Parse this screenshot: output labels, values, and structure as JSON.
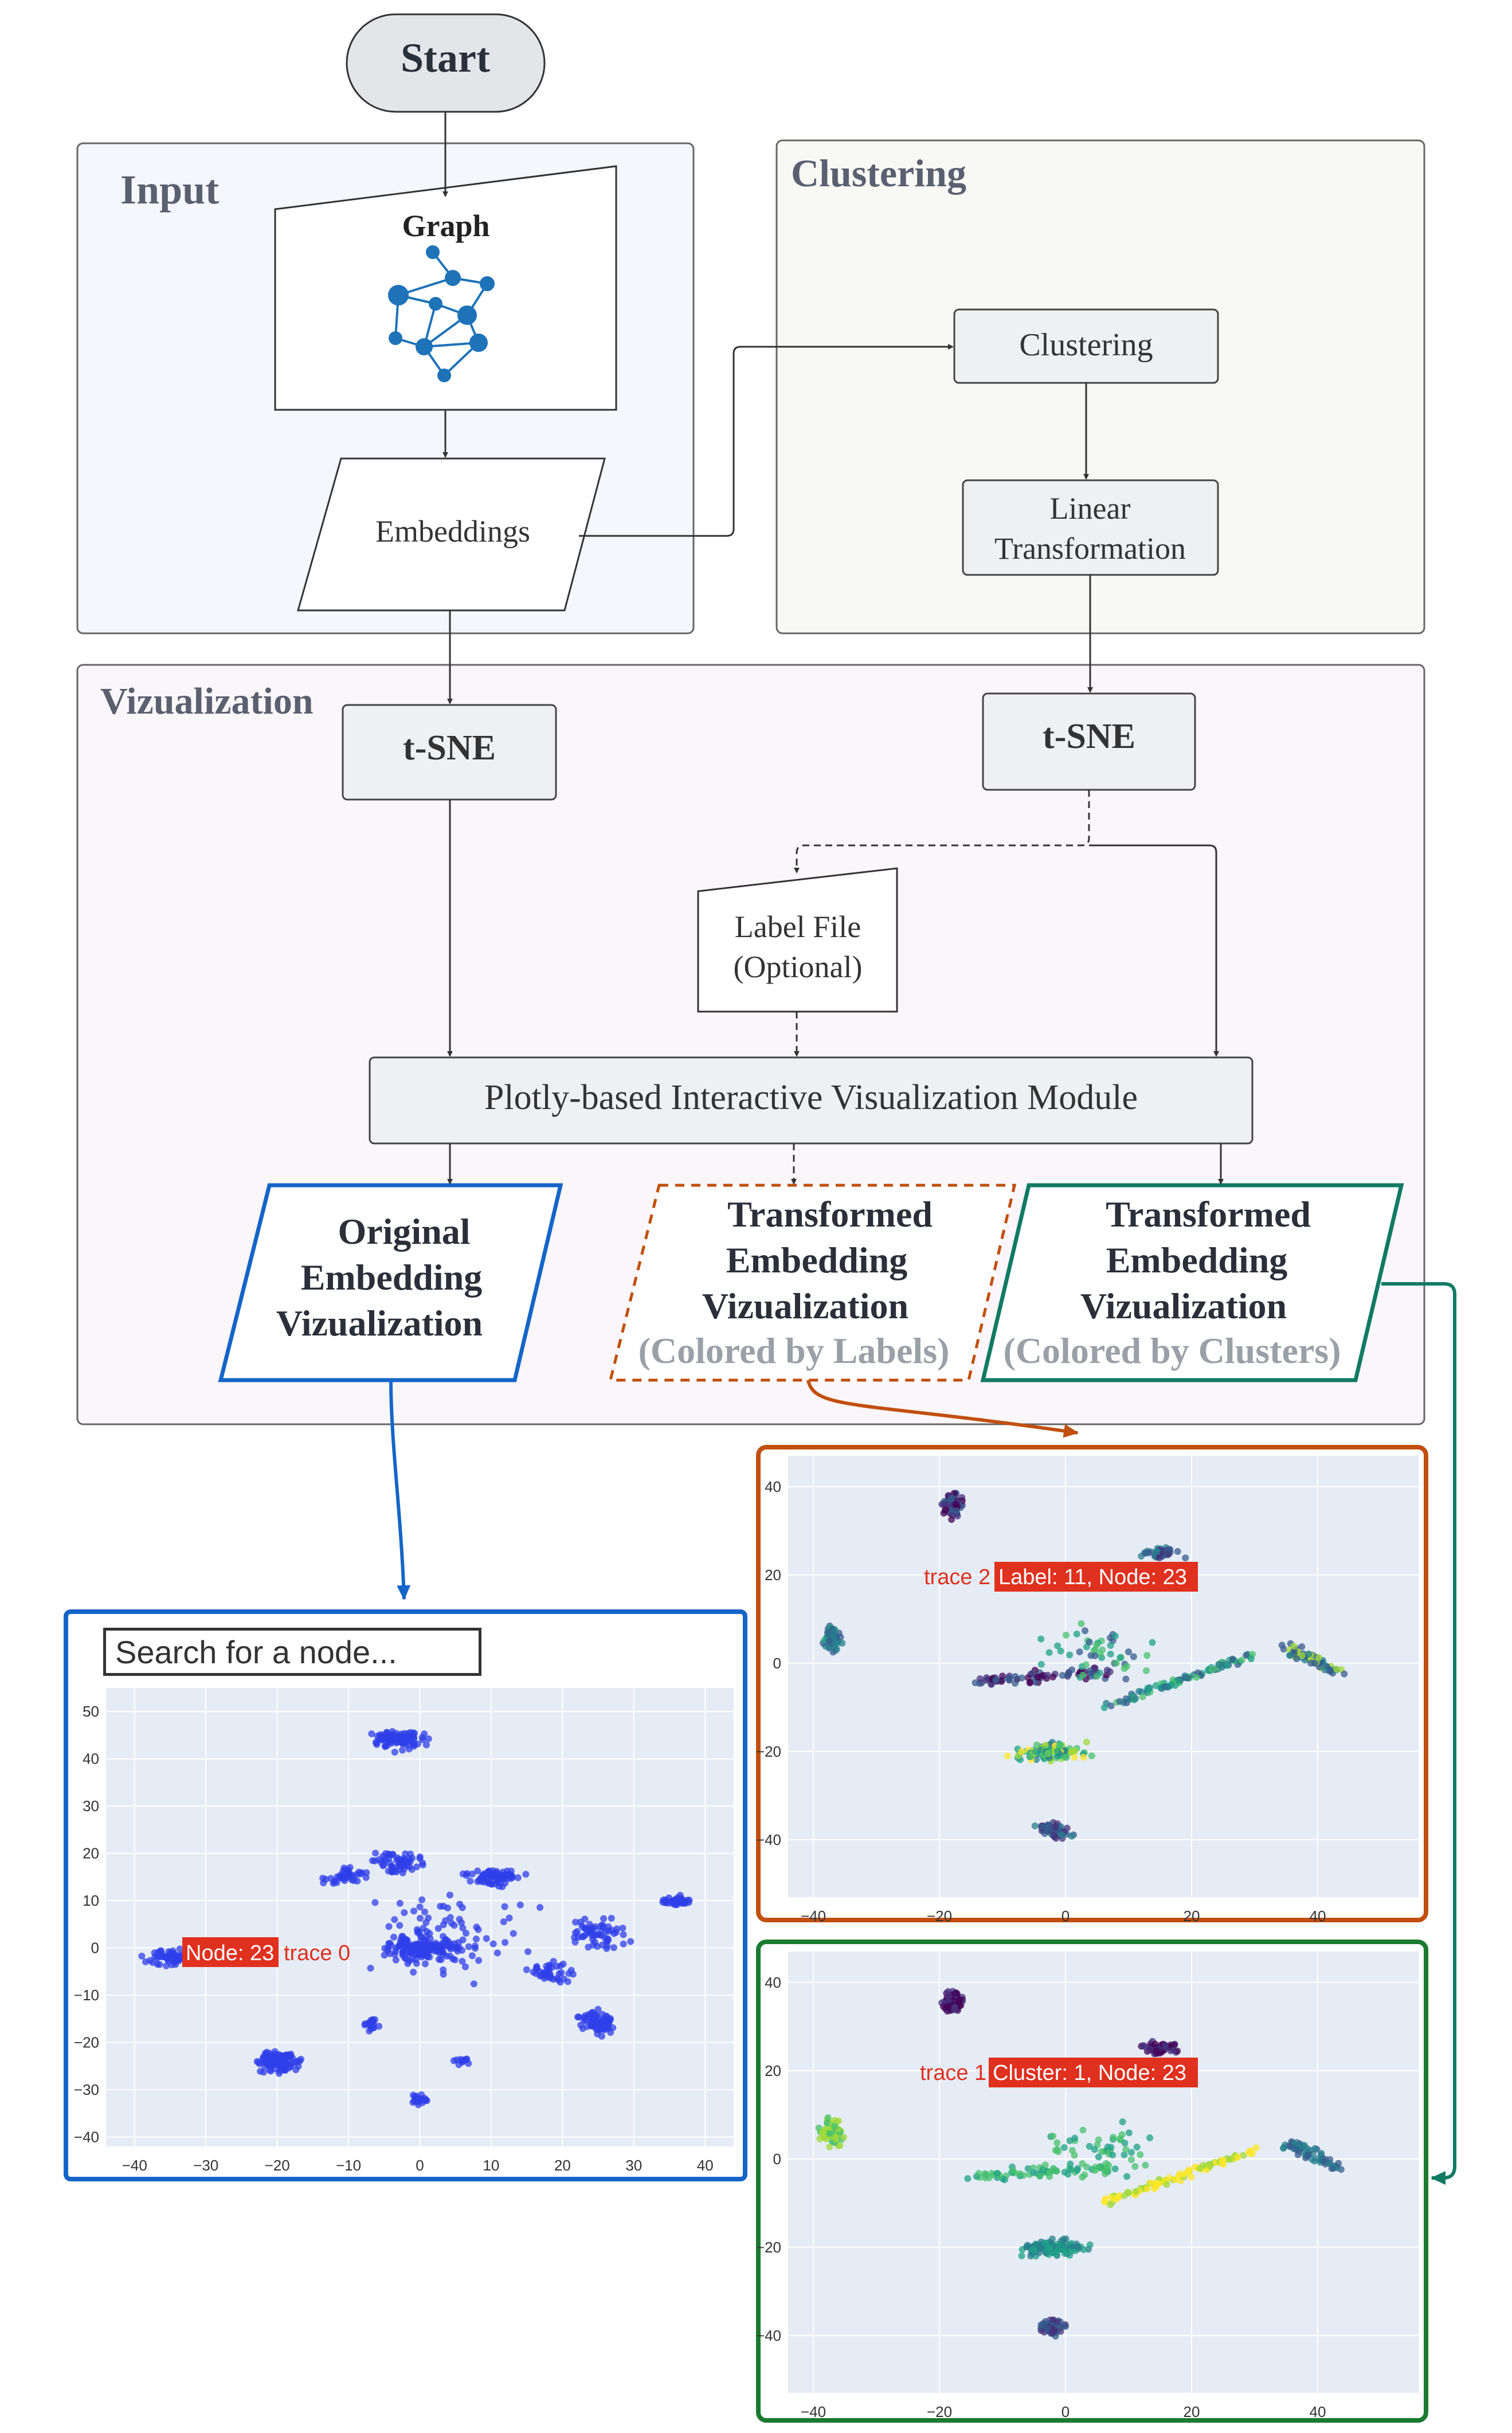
{
  "start": {
    "label": "Start"
  },
  "input_panel": {
    "title": "Input",
    "graph_node": {
      "label": "Graph",
      "icon": "network-graph-icon"
    },
    "embeddings_node": {
      "label": "Embeddings"
    }
  },
  "clustering_panel": {
    "title": "Clustering",
    "clustering_node": {
      "label": "Clustering"
    },
    "linear_node": {
      "line1": "Linear",
      "line2": "Transformation"
    }
  },
  "viz_panel": {
    "title": "Vizualization",
    "tsne_left": {
      "label": "t-SNE"
    },
    "tsne_right": {
      "label": "t-SNE"
    },
    "label_file": {
      "line1": "Label File",
      "line2": "(Optional)"
    },
    "plotly_module": {
      "label": "Plotly-based Interactive Visualization Module"
    },
    "original_output": {
      "line1": "Original",
      "line2": "Embedding",
      "line3": "Vizualization"
    },
    "labels_output": {
      "line1": "Transformed",
      "line2": "Embedding",
      "line3": "Vizualization",
      "line4": "(Colored by Labels)"
    },
    "clusters_output": {
      "line1": "Transformed",
      "line2": "Embedding",
      "line3": "Vizualization",
      "line4": "(Colored by Clusters)"
    }
  },
  "plot_original": {
    "search_placeholder": "Search for a node...",
    "tooltip_label": "Node: 23",
    "tooltip_trace": "trace 0",
    "x_ticks": [
      "−40",
      "−30",
      "−20",
      "−10",
      "0",
      "10",
      "20",
      "30",
      "40"
    ],
    "y_ticks": [
      "50",
      "40",
      "30",
      "20",
      "10",
      "0",
      "−10",
      "−20",
      "−30",
      "−40"
    ],
    "point_color": "#2f3fe8"
  },
  "plot_labels": {
    "tooltip_label": "Label: 11, Node: 23",
    "tooltip_trace": "trace 2",
    "x_ticks": [
      "−40",
      "−20",
      "0",
      "20",
      "40"
    ],
    "y_ticks": [
      "40",
      "20",
      "0",
      "−20",
      "−40"
    ],
    "frame_color": "#c14f0f"
  },
  "plot_clusters": {
    "tooltip_label": "Cluster: 1, Node: 23",
    "tooltip_trace": "trace 1",
    "x_ticks": [
      "−40",
      "−20",
      "0",
      "20",
      "40"
    ],
    "y_ticks": [
      "40",
      "20",
      "0",
      "−20",
      "−40"
    ],
    "frame_color": "#1a7a2e"
  },
  "colors": {
    "blue_accent": "#1565c8",
    "orange_accent": "#c14f0f",
    "green_accent": "#117a65",
    "tooltip_red": "#e0301e"
  }
}
